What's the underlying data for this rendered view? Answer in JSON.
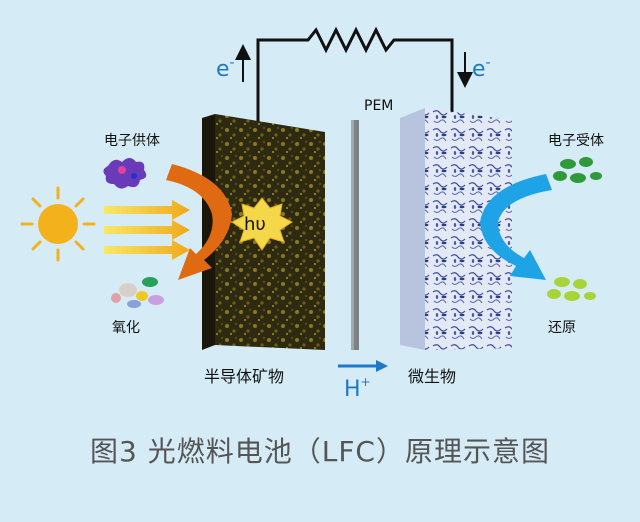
{
  "labels": {
    "electron_left": "e",
    "electron_right": "e",
    "electron_sup": "-",
    "pem": "PEM",
    "donor": "电子供体",
    "acceptor": "电子受体",
    "oxidation": "氧化",
    "hv": "hυ",
    "semiconductor": "半导体矿物",
    "microbe": "微生物",
    "proton": "H",
    "proton_sup": "+"
  },
  "caption": "图3 光燃料电池（LFC）原理示意图",
  "colors": {
    "background": "#d5ecf6",
    "electron_text": "#1e78c8",
    "left_arrow": "#e06a12",
    "right_arrow": "#1ea3e6",
    "sun": "#f3b21c",
    "mineral_panel": "#2e2a12",
    "microbe_panel": "#dfe6f3",
    "membrane": "#7c8284",
    "caption_text": "#555555"
  },
  "icons": {
    "sun": "sun-icon",
    "donor": "donor-blob-icon",
    "acceptor": "green-pellets-icon",
    "oxidized": "colored-stones-icon"
  }
}
